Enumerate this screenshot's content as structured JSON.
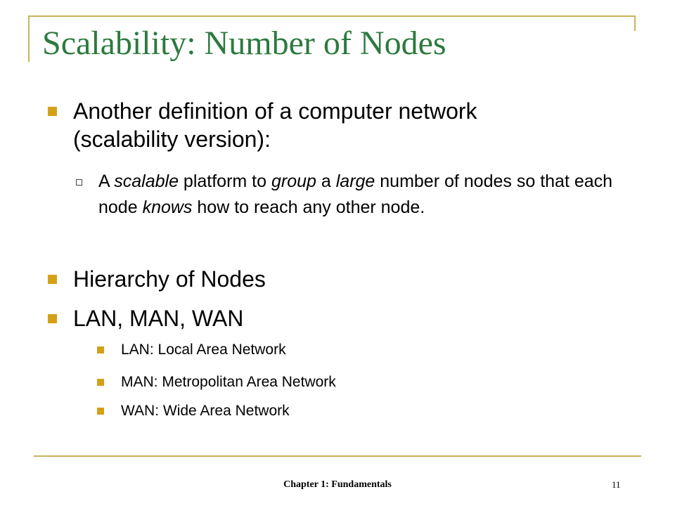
{
  "title": "Scalability: Number of Nodes",
  "bullets": [
    {
      "lines": [
        "Another definition of a computer network",
        "(scalability version):"
      ]
    },
    {
      "segments": [
        {
          "text": "A ",
          "italic": false
        },
        {
          "text": "scalable",
          "italic": true
        },
        {
          "text": " platform to ",
          "italic": false
        },
        {
          "text": "group",
          "italic": true
        },
        {
          "text": " a ",
          "italic": false
        },
        {
          "text": "large",
          "italic": true
        },
        {
          "text": " number of nodes so that each node ",
          "italic": false
        },
        {
          "text": "knows",
          "italic": true
        },
        {
          "text": " how to reach any other node.",
          "italic": false
        }
      ]
    },
    {
      "text": "Hierarchy of Nodes"
    },
    {
      "text": "LAN, MAN, WAN"
    }
  ],
  "sub_items": [
    "LAN: Local Area Network",
    "MAN: Metropolitan Area Network",
    "WAN: Wide Area Network"
  ],
  "footer": {
    "chapter": "Chapter 1: Fundamentals",
    "page_number": "11"
  },
  "colors": {
    "title": "#2d7a3f",
    "accent": "#d4a017",
    "rule": "#c8b45a"
  }
}
